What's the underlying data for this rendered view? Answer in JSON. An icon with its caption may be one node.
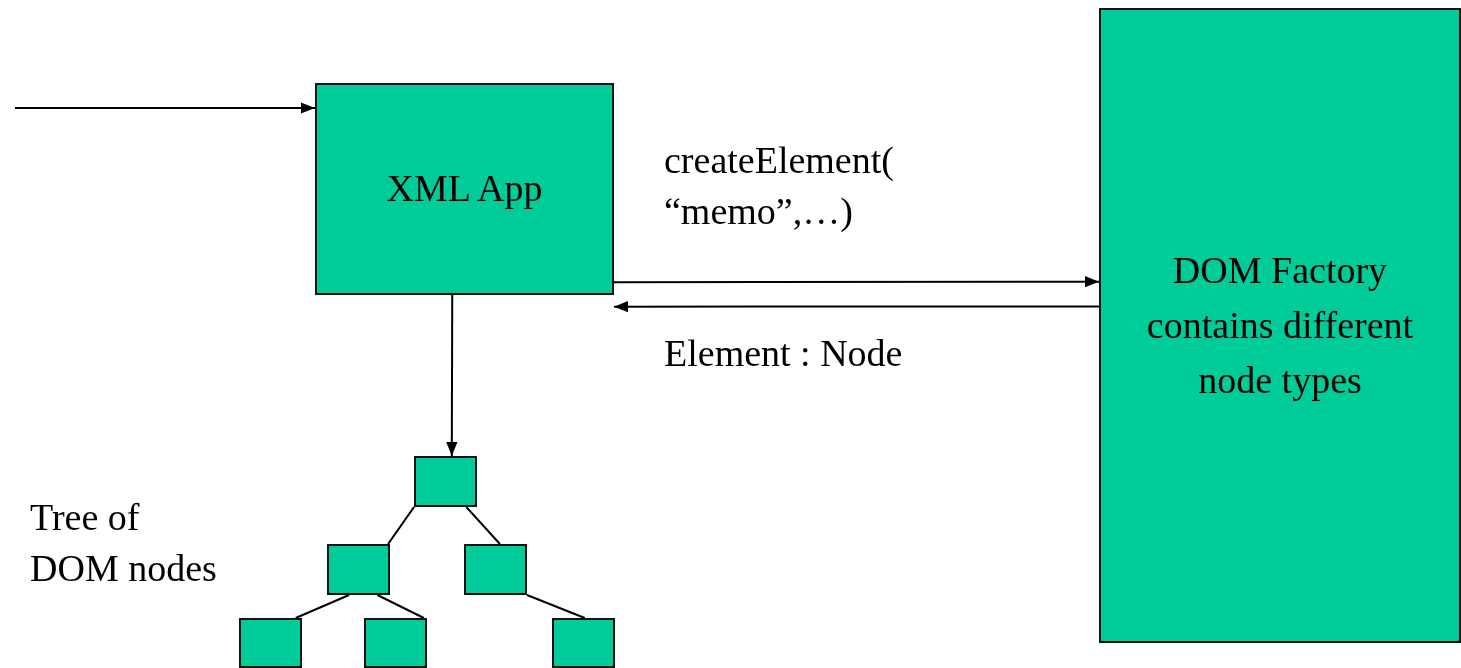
{
  "diagram": {
    "nodes": [
      {
        "text": [
          "XML App"
        ]
      },
      {
        "text": [
          "DOM Factory contains different node types"
        ]
      },
      {
        "text": [],
        "shape": "box"
      },
      {
        "text": [],
        "shape": "box"
      },
      {
        "text": [],
        "shape": "box"
      },
      {
        "text": [],
        "shape": "box"
      },
      {
        "text": [],
        "shape": "box"
      },
      {
        "text": [],
        "shape": "box"
      }
    ],
    "edges": [
      {
        "from": null,
        "to": 0,
        "arrow": "to"
      },
      {
        "from": 0,
        "to": 1,
        "arrow": "to",
        "label": "createElement( “memo”,…)"
      },
      {
        "from": 1,
        "to": 0,
        "arrow": "to",
        "label": "Element : Node"
      },
      {
        "from": 0,
        "to": 2,
        "arrow": "to"
      },
      {
        "from": 2,
        "to": 3,
        "arrow": "none"
      },
      {
        "from": 2,
        "to": 4,
        "arrow": "none"
      },
      {
        "from": 3,
        "to": 5,
        "arrow": "none"
      },
      {
        "from": 3,
        "to": 6,
        "arrow": "none"
      },
      {
        "from": 4,
        "to": 7,
        "arrow": "none"
      }
    ],
    "labels": [
      "Tree of DOM nodes"
    ]
  }
}
